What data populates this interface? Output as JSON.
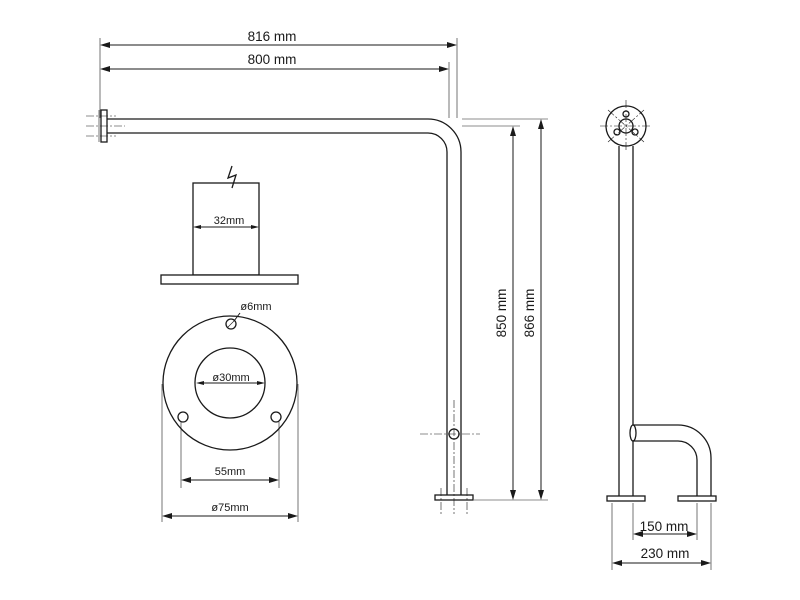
{
  "dimensions": {
    "overall_width": "816 mm",
    "arm_length": "800 mm",
    "height_to_arm": "850 mm",
    "overall_height": "866 mm",
    "tube_diameter": "32mm",
    "screw_hole": "ø6mm",
    "inner_diameter": "ø30mm",
    "hole_spacing": "55mm",
    "flange_diameter": "ø75mm",
    "foot_offset": "150 mm",
    "foot_span": "230 mm"
  }
}
